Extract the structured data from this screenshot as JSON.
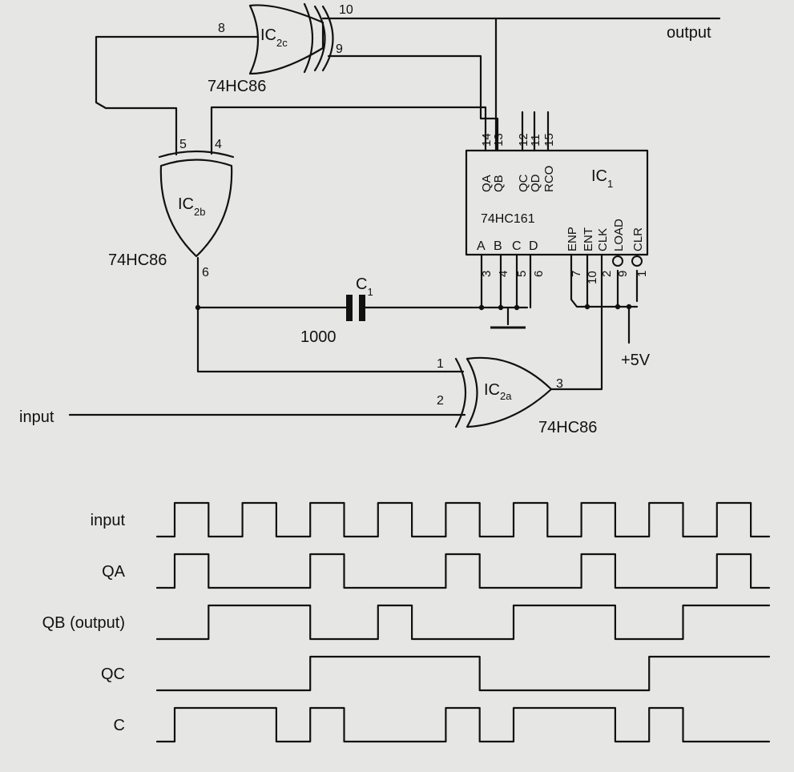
{
  "components": {
    "ic2c": {
      "name": "IC",
      "sub": "2c",
      "part": "74HC86",
      "pin_a": "8",
      "pin_b": "9",
      "pin_out": "10"
    },
    "ic2b": {
      "name": "IC",
      "sub": "2b",
      "part": "74HC86",
      "pin_a": "5",
      "pin_b": "4",
      "pin_out": "6"
    },
    "ic2a": {
      "name": "IC",
      "sub": "2a",
      "part": "74HC86",
      "pin_a": "1",
      "pin_b": "2",
      "pin_out": "3"
    },
    "ic1": {
      "name": "IC",
      "sub": "1",
      "part": "74HC161",
      "top_pins": [
        {
          "num": "14",
          "name": "QA"
        },
        {
          "num": "13",
          "name": "QB"
        },
        {
          "num": "12",
          "name": "QC"
        },
        {
          "num": "11",
          "name": "QD"
        },
        {
          "num": "15",
          "name": "RCO"
        }
      ],
      "bottom_inputs": [
        {
          "num": "3",
          "name": "A"
        },
        {
          "num": "4",
          "name": "B"
        },
        {
          "num": "5",
          "name": "C"
        },
        {
          "num": "6",
          "name": "D"
        }
      ],
      "bottom_controls": [
        {
          "num": "7",
          "name": "ENP"
        },
        {
          "num": "10",
          "name": "ENT"
        },
        {
          "num": "2",
          "name": "CLK"
        },
        {
          "num": "9",
          "name": "LOAD"
        },
        {
          "num": "1",
          "name": "CLR"
        }
      ]
    },
    "c1": {
      "name": "C",
      "sub": "1",
      "value": "1000"
    }
  },
  "labels": {
    "input": "input",
    "output": "output",
    "supply": "+5V"
  },
  "timing": {
    "signals": [
      {
        "name": "input",
        "levels": [
          0,
          1,
          0,
          1,
          0,
          1,
          0,
          1,
          0,
          1,
          0,
          1,
          0,
          1,
          0,
          1,
          0,
          1,
          0
        ]
      },
      {
        "name": "QA",
        "levels": [
          0,
          1,
          0,
          0,
          0,
          1,
          0,
          0,
          0,
          1,
          0,
          0,
          0,
          1,
          0,
          0,
          0,
          1,
          0
        ]
      },
      {
        "name": "QB (output)",
        "levels": [
          0,
          0,
          1,
          1,
          1,
          0,
          0,
          1,
          0,
          0,
          0,
          1,
          1,
          1,
          0,
          0,
          1,
          1,
          1
        ]
      },
      {
        "name": "QC",
        "levels": [
          0,
          0,
          0,
          0,
          0,
          1,
          1,
          1,
          1,
          1,
          0,
          0,
          0,
          0,
          0,
          1,
          1,
          1,
          1
        ]
      },
      {
        "name": "C",
        "levels": [
          0,
          1,
          1,
          1,
          0,
          1,
          0,
          0,
          0,
          1,
          0,
          1,
          1,
          1,
          0,
          1,
          0,
          0,
          0
        ]
      }
    ]
  }
}
